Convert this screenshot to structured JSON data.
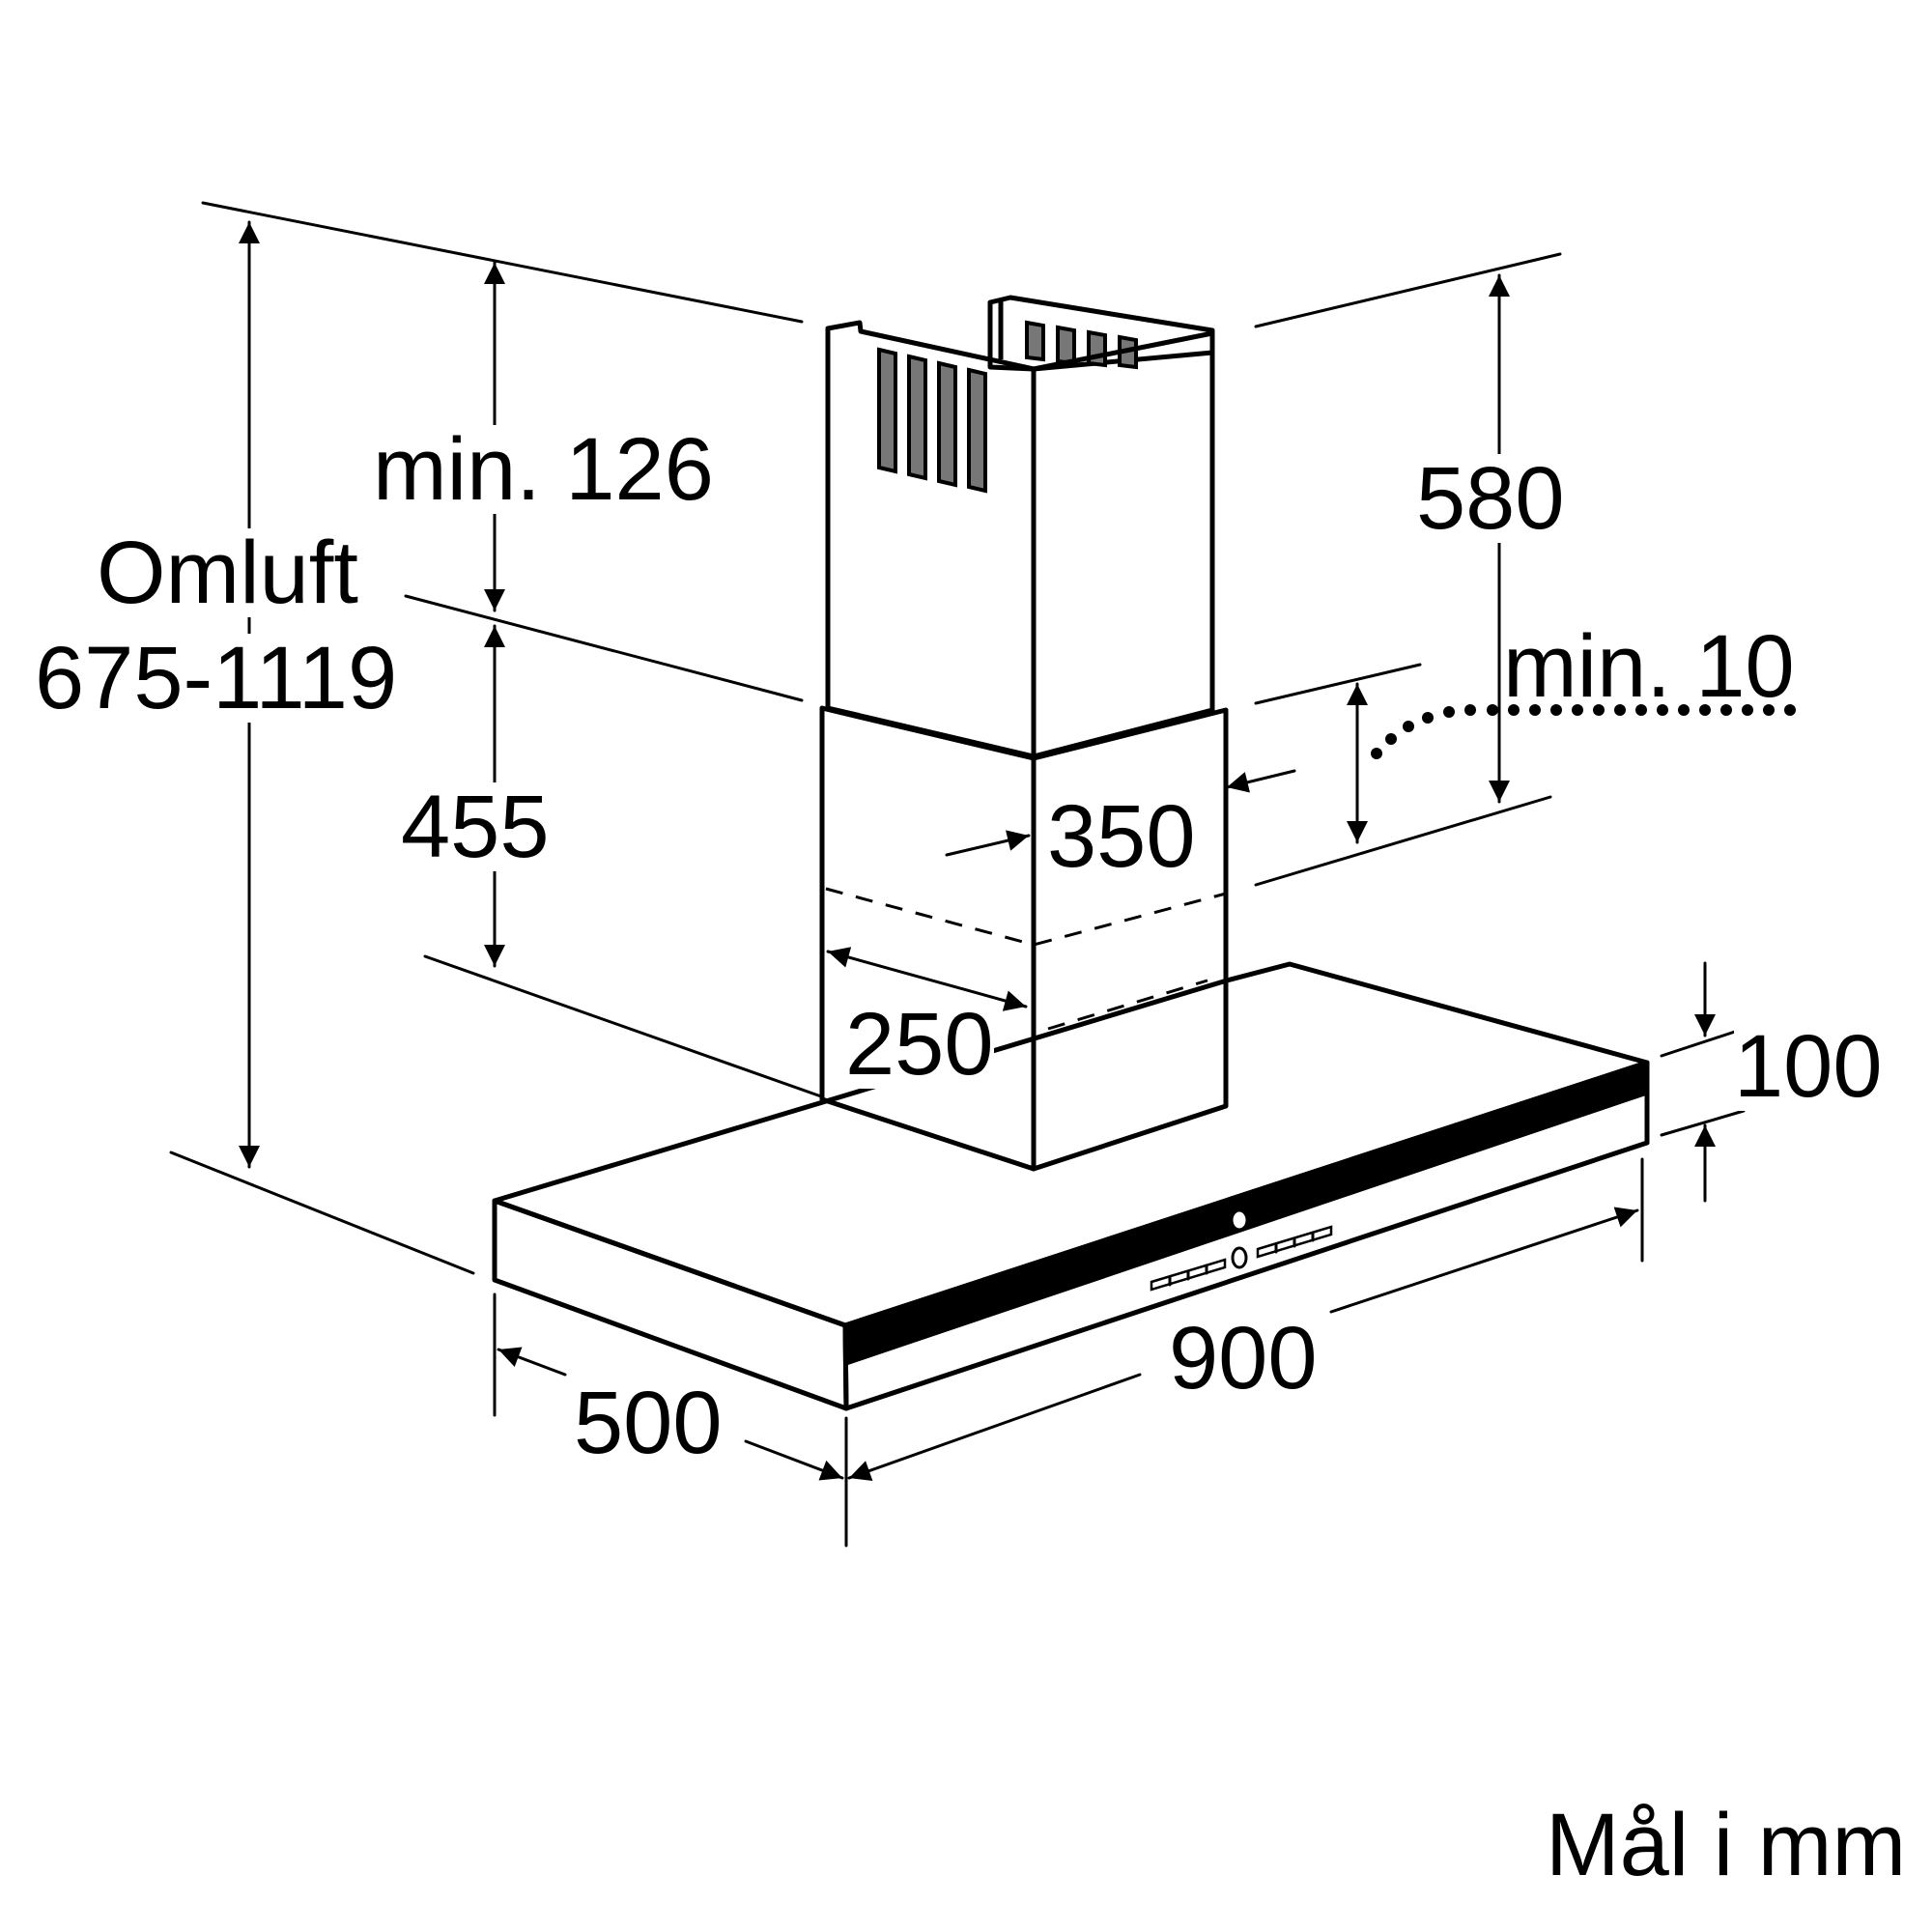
{
  "labels": {
    "recirculation_caption": "Omluft",
    "recirculation_range": "675-1119",
    "min_top_gap": "min. 126",
    "chimney_lower_height": "455",
    "chimney_upper_height": "580",
    "min_side_clearance": "min. 10",
    "chimney_width": "350",
    "chimney_depth": "250",
    "canopy_height": "100",
    "canopy_width": "900",
    "canopy_depth": "500",
    "units_note": "Mål i mm"
  }
}
